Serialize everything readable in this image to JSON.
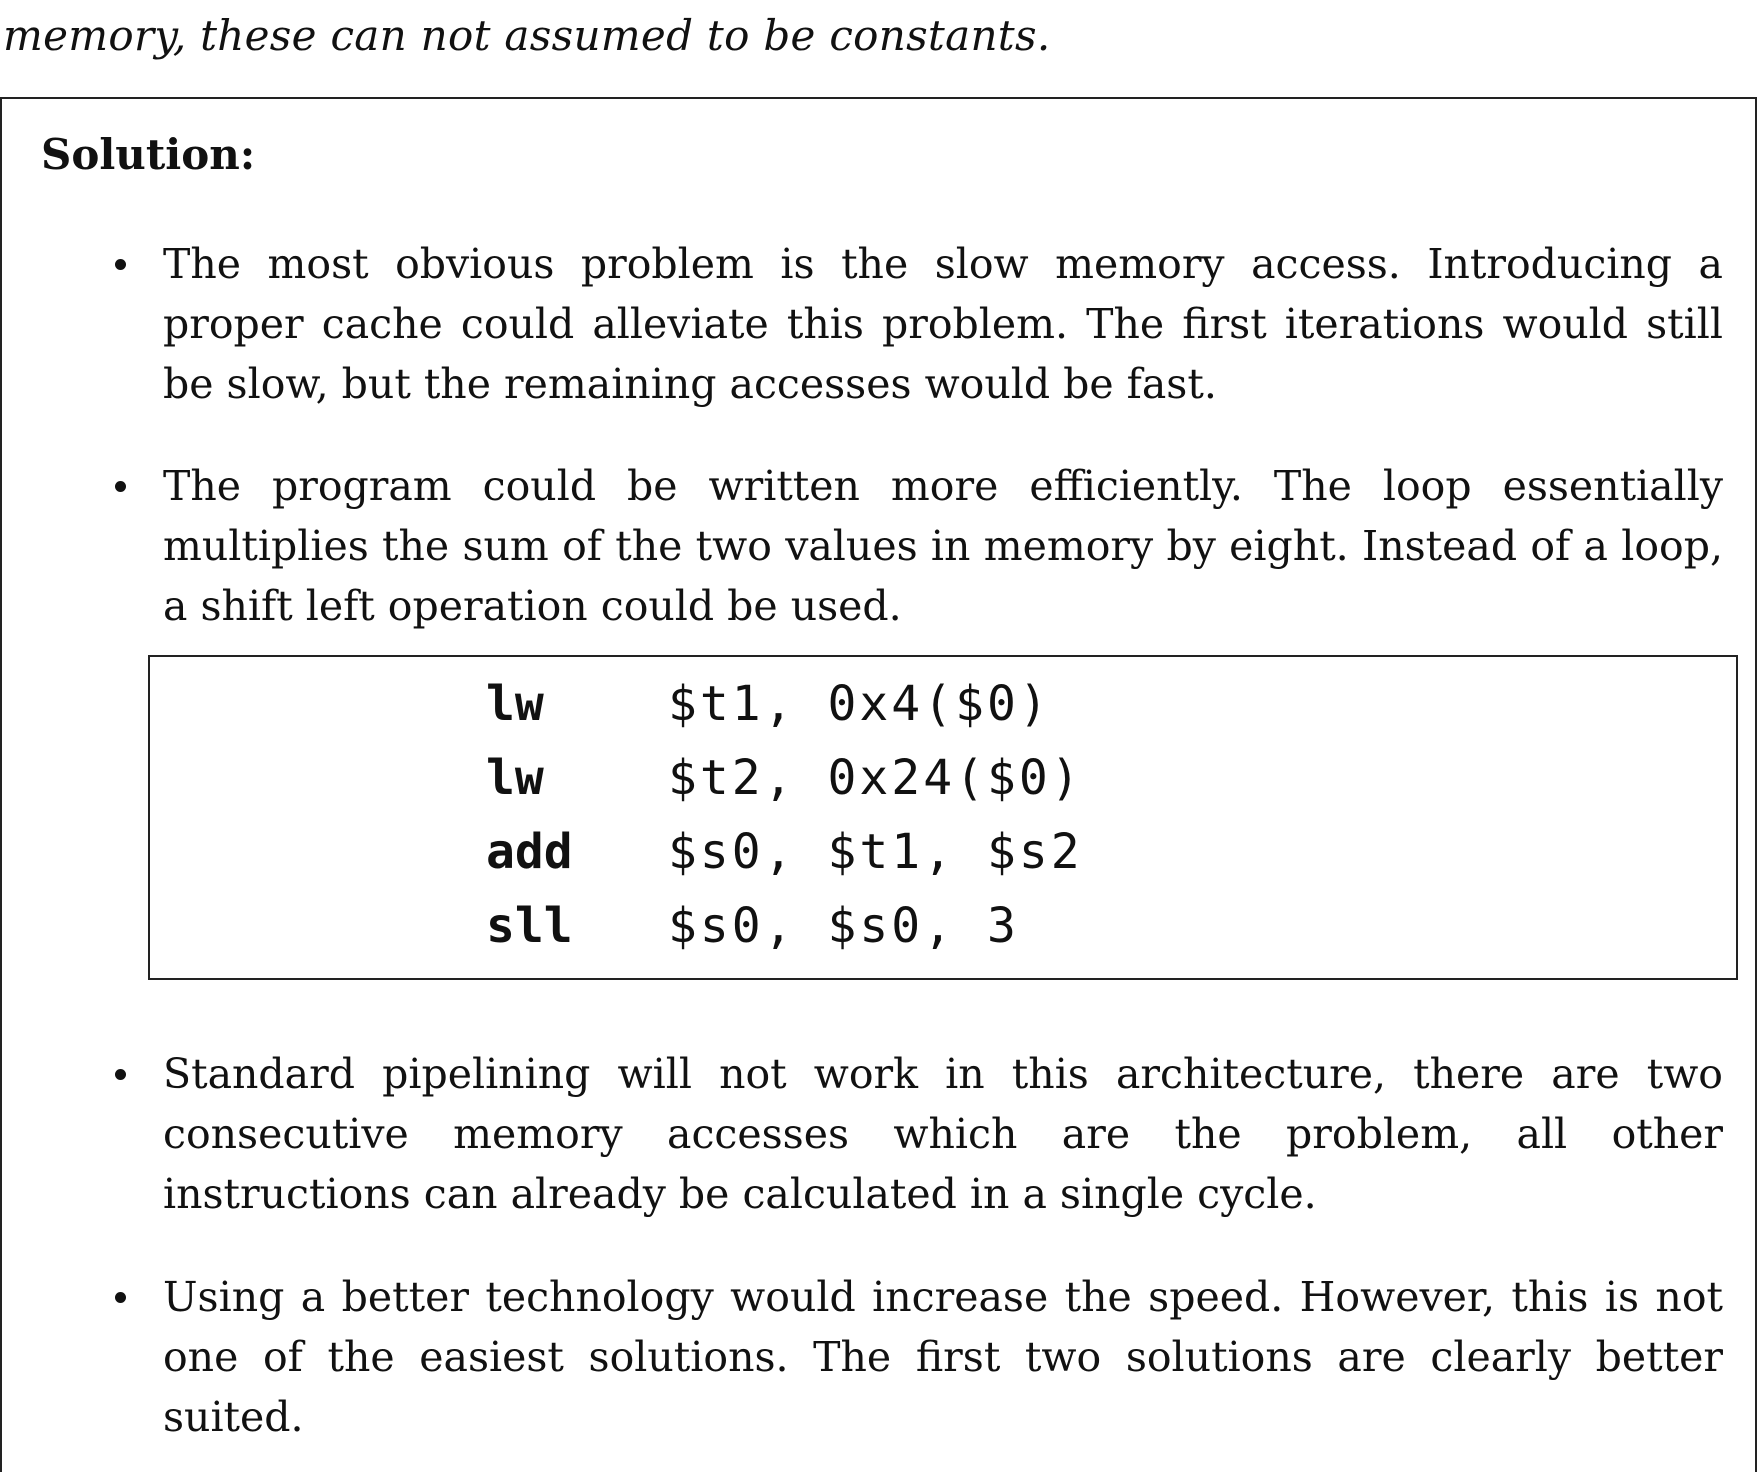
{
  "intro": {
    "text": "memory, these can not assumed to be constants."
  },
  "solution": {
    "heading": "Solution:",
    "bullets": [
      "The most obvious problem is the slow memory access. Introducing a proper cache could alleviate this problem. The first iterations would still be slow, but the remaining accesses would be fast.",
      "The program could be written more efficiently. The loop essentially multiplies the sum of the two values in memory by eight. Instead of a loop, a shift left operation could be used.",
      "Standard pipelining will not work in this architecture, there are two consecutive memory accesses which are the problem, all other instructions can already be calculated in a single cycle.",
      "Using a better technology would increase the speed. However, this is not one of the easiest solutions. The first two solutions are clearly better suited."
    ],
    "code": [
      {
        "op": "lw",
        "args": "$t1, 0x4($0)"
      },
      {
        "op": "lw",
        "args": "$t2, 0x24($0)"
      },
      {
        "op": "add",
        "args": "$s0, $t1, $s2"
      },
      {
        "op": "sll",
        "args": "$s0, $s0, 3"
      }
    ]
  }
}
